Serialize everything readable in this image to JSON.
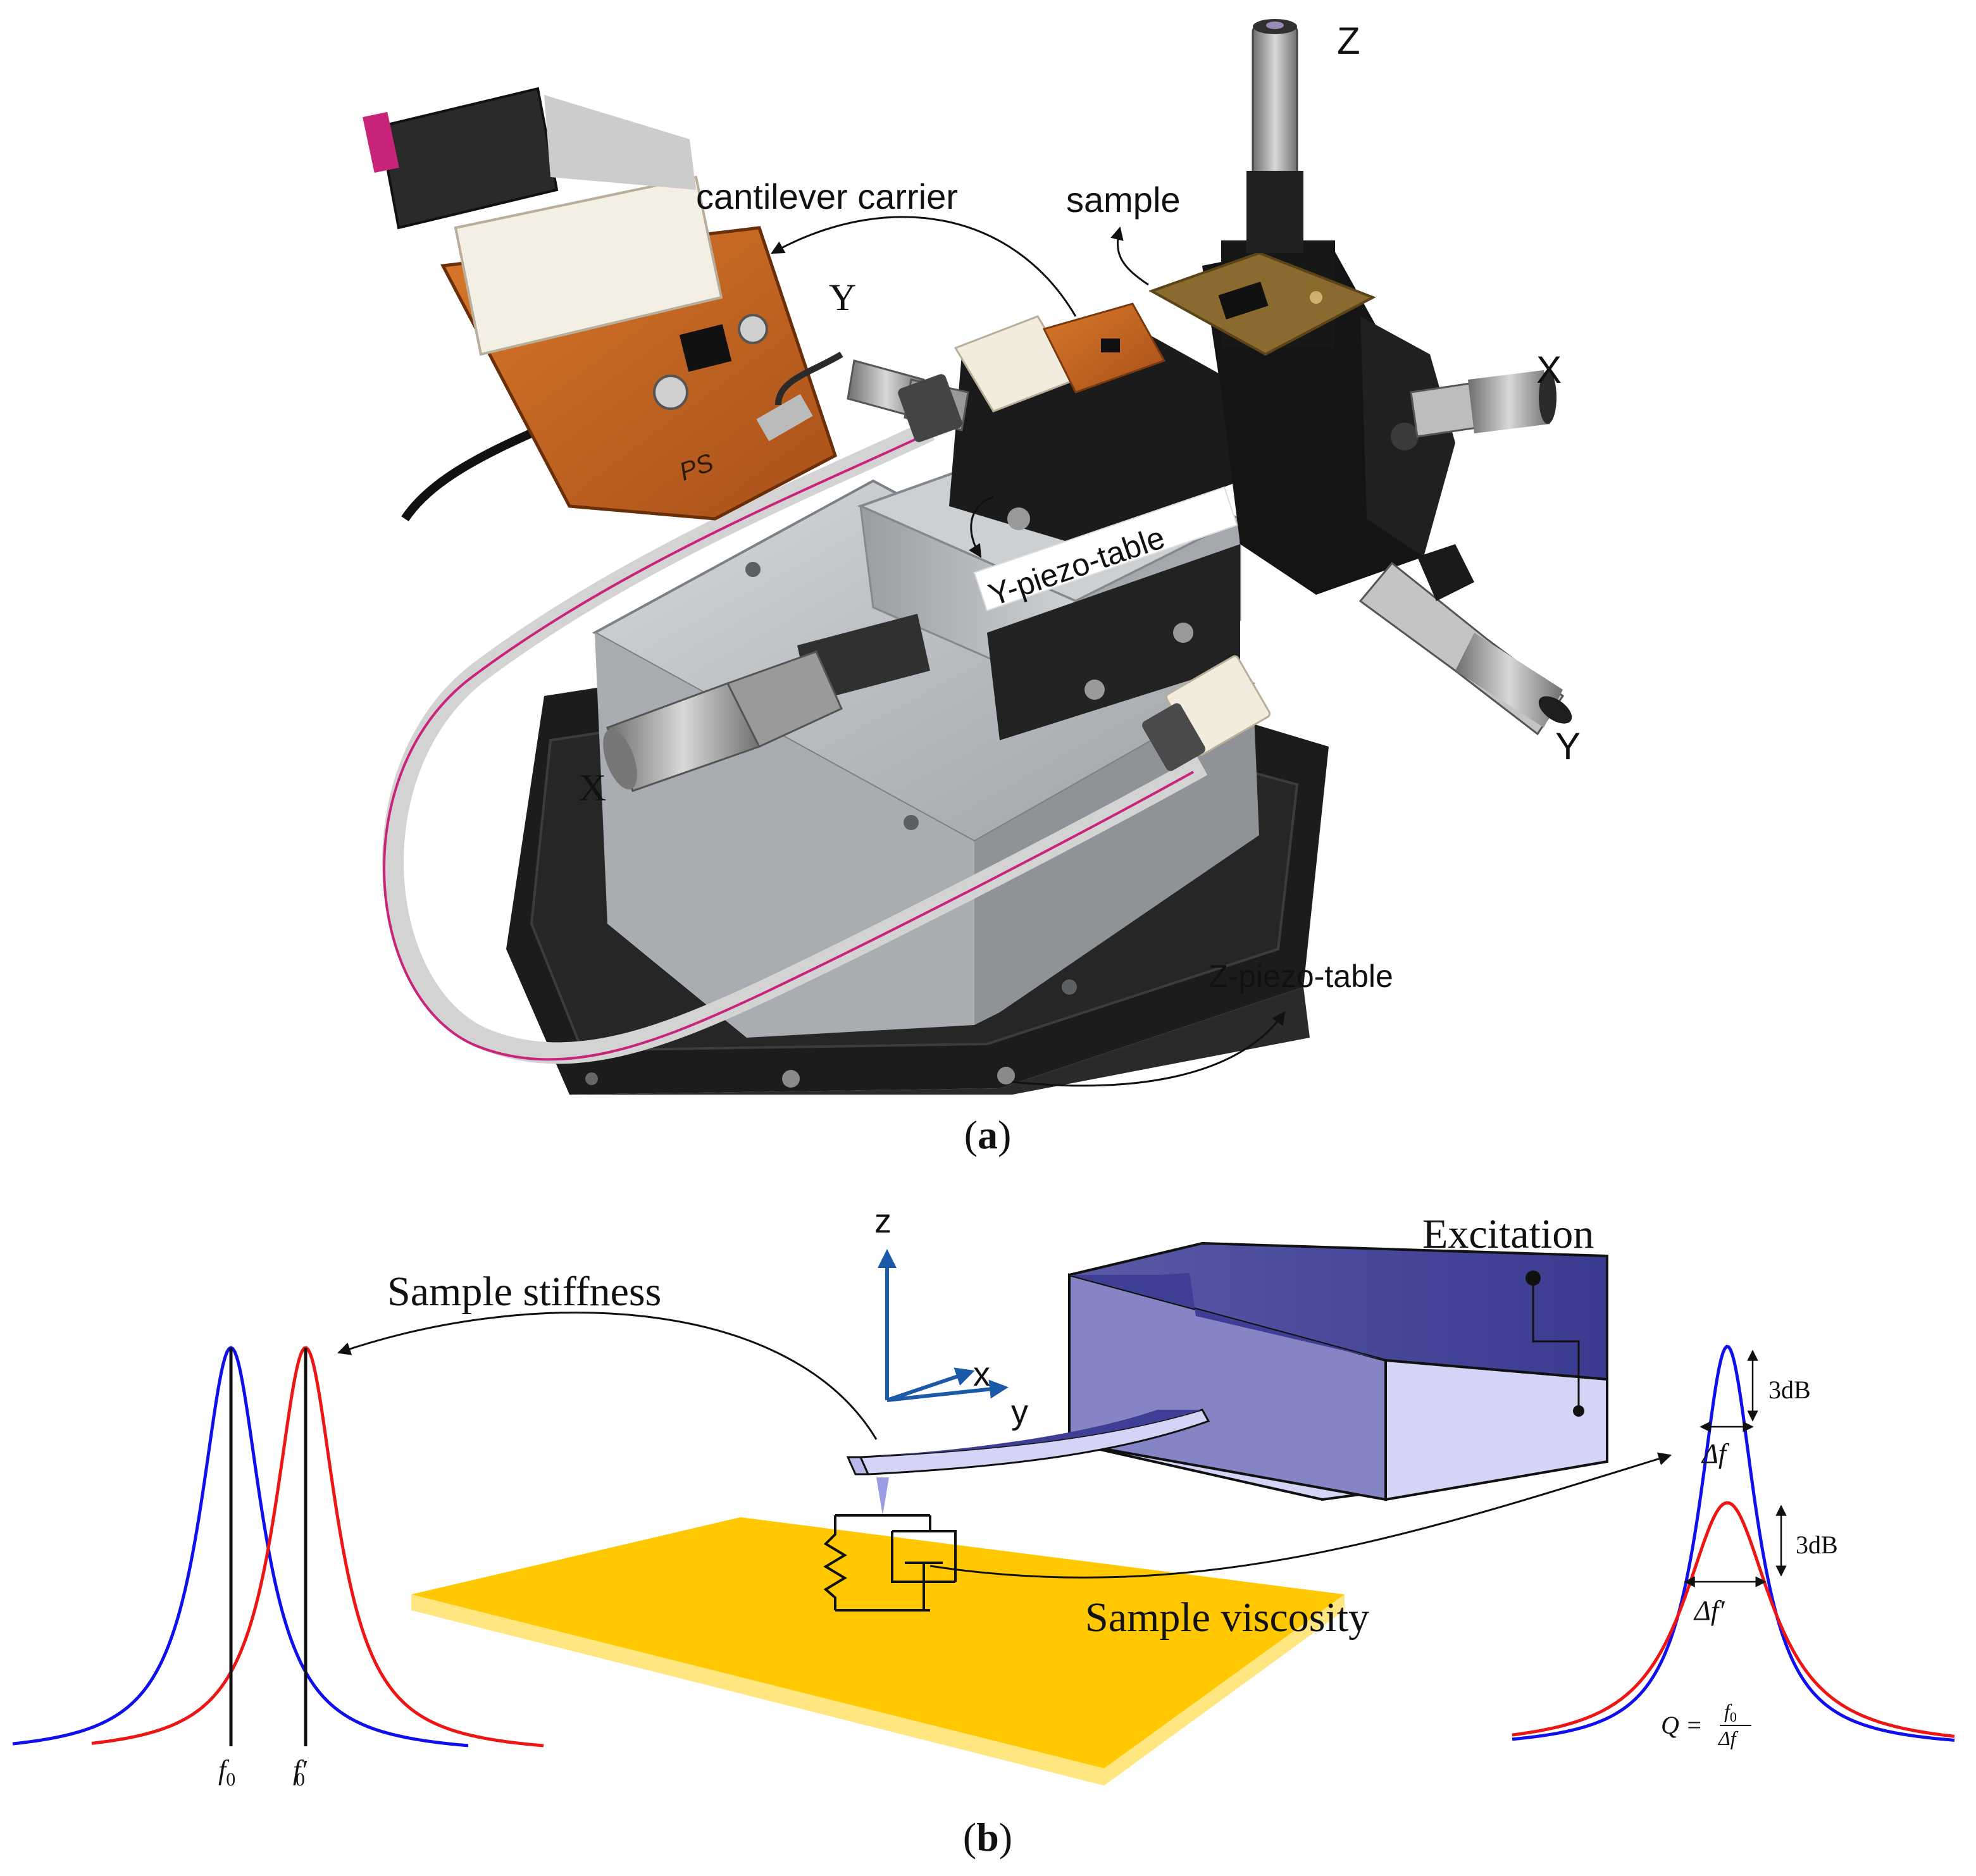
{
  "panel_a": {
    "caption_open": "(",
    "caption_letter": "a",
    "caption_close": ")",
    "labels": {
      "cantilever_carrier": "cantilever carrier",
      "sample": "sample",
      "z_axis": "Z",
      "x_right": "X",
      "y_right": "Y",
      "y_left": "Y",
      "x_left": "X",
      "y_piezo_table": "Y-piezo-table",
      "z_piezo_table": "Z-piezo-table",
      "board_initials": "PS"
    }
  },
  "panel_b": {
    "caption_open": "(",
    "caption_letter": "b",
    "caption_close": ")",
    "labels": {
      "excitation": "Excitation",
      "sample_stiffness": "Sample stiffness",
      "sample_viscosity": "Sample viscosity",
      "axis_z": "z",
      "axis_x": "x",
      "axis_y": "y",
      "f0": "f",
      "f0_sub": "0",
      "f0_prime": "f′",
      "f0_prime_sub": "0",
      "db_top": "3dB",
      "db_bottom": "3dB",
      "delta_f": "Δf",
      "delta_f_prime": "Δf′",
      "q_lhs": "Q =",
      "q_num": "f",
      "q_num_sub": "0",
      "q_den": "Δf"
    },
    "colors": {
      "curve_blue": "#1010ee",
      "curve_red": "#ee1515",
      "sample_plate": "#ffc800",
      "cantilever_body": "#8a8ac8",
      "axis_arrows": "#1a5aa8"
    }
  }
}
